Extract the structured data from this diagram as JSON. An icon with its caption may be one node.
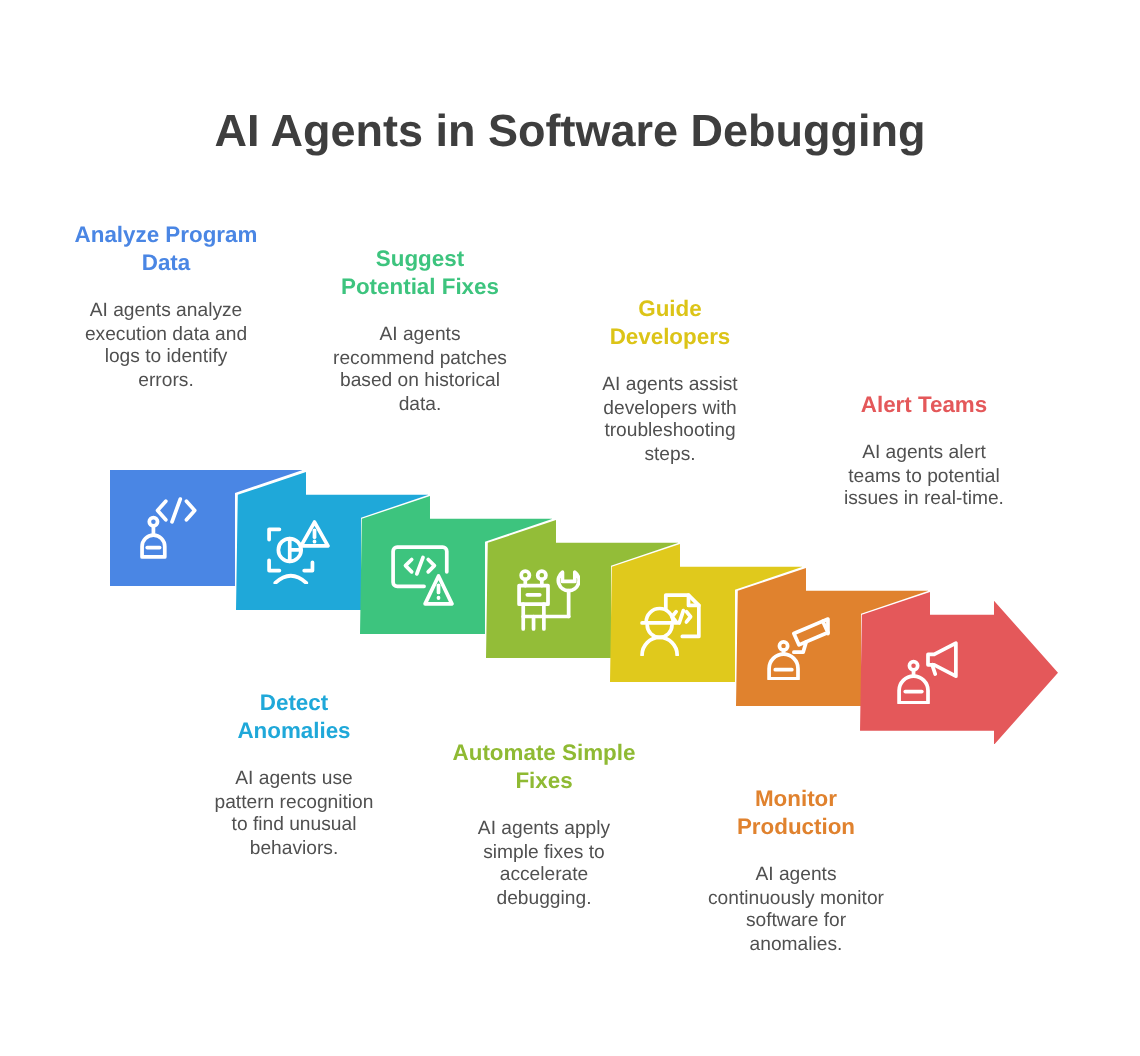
{
  "diagram": {
    "title": "AI Agents in Software Debugging",
    "nodes": [
      {
        "text": [],
        "shape": "box",
        "beside": [
          "Analyze Program Data",
          "AI agents analyze execution data and logs to identify errors."
        ]
      },
      {
        "text": [],
        "shape": "box",
        "beside": [
          "Detect Anomalies",
          "AI agents use pattern recognition to find unusual behaviors."
        ]
      },
      {
        "text": [],
        "shape": "box",
        "beside": [
          "Suggest Potential Fixes",
          "AI agents recommend patches based on historical data."
        ]
      },
      {
        "text": [],
        "shape": "box",
        "beside": [
          "Automate Simple Fixes",
          "AI agents apply simple fixes to accelerate debugging."
        ]
      },
      {
        "text": [],
        "shape": "box",
        "beside": [
          "Guide Developers",
          "AI agents assist developers with troubleshooting steps."
        ]
      },
      {
        "text": [],
        "shape": "box",
        "beside": [
          "Monitor Production",
          "AI agents continuously monitor software for anomalies."
        ]
      },
      {
        "text": [],
        "shape": "arrow",
        "beside": [
          "Alert Teams",
          "AI agents alert teams to potential issues in real-time."
        ]
      }
    ]
  }
}
